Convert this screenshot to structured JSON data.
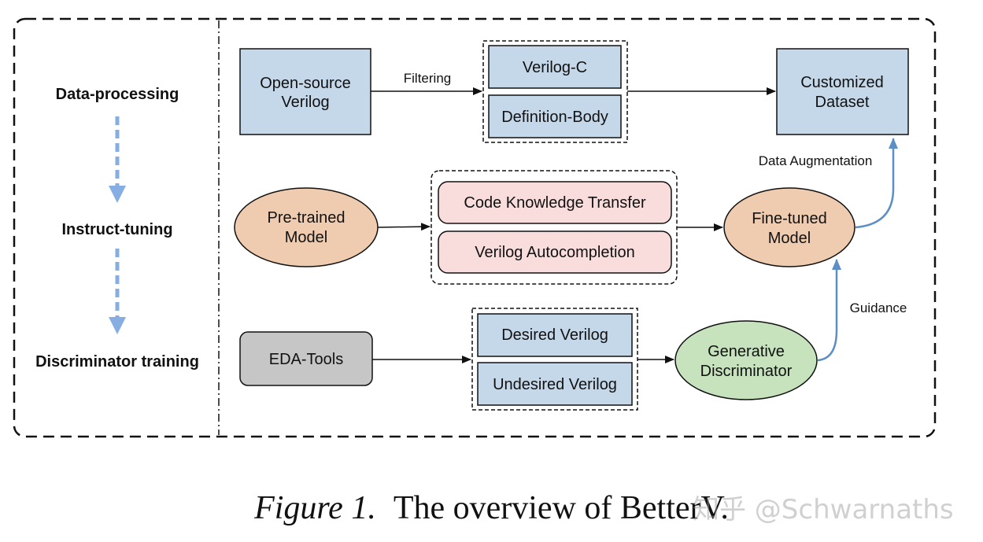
{
  "stages": [
    "Data-processing",
    "Instruct-tuning",
    "Discriminator training"
  ],
  "nodes": {
    "open_source_verilog": [
      "Open-source",
      "Verilog"
    ],
    "verilog_c": "Verilog-C",
    "definition_body": "Definition-Body",
    "customized_dataset": [
      "Customized",
      "Dataset"
    ],
    "pretrained_model": [
      "Pre-trained",
      "Model"
    ],
    "code_knowledge_transfer": "Code Knowledge Transfer",
    "verilog_autocompletion": "Verilog Autocompletion",
    "finetuned_model": [
      "Fine-tuned",
      "Model"
    ],
    "eda_tools": "EDA-Tools",
    "desired_verilog": "Desired Verilog",
    "undesired_verilog": "Undesired Verilog",
    "generative_discriminator": [
      "Generative",
      "Discriminator"
    ]
  },
  "edge_labels": {
    "filtering": "Filtering",
    "data_augmentation": "Data Augmentation",
    "guidance": "Guidance"
  },
  "caption": {
    "figure": "Figure 1.",
    "text": "The overview of BetterV."
  },
  "watermark": "知乎 @Schwarnaths",
  "colors": {
    "blue_box": "#c5d8ea",
    "pink_box": "#f9dcdc",
    "orange_ellipse": "#efccb0",
    "green_ellipse": "#c6e3bd",
    "gray_box": "#c6c6c6",
    "accent_arrow": "#5b8fc6",
    "stage_arrow": "#86aee2"
  }
}
